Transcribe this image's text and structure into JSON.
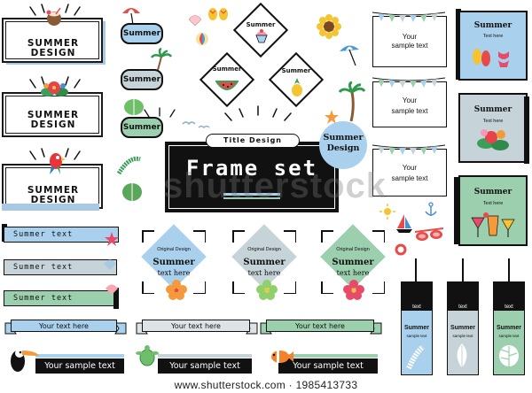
{
  "summer_design_label": "SUMMER",
  "summer_design_label2": "DESIGN",
  "bubbles": [
    "Summer",
    "Summer",
    "Summer"
  ],
  "small_diamonds": [
    "Summer",
    "Summer",
    "Summer"
  ],
  "main_frame": {
    "arc_text": "Title Design",
    "title": "Frame set",
    "badge_line1": "Summer",
    "badge_line2": "Design"
  },
  "flag_boxes": [
    {
      "line1": "Your",
      "line2": "sample text"
    },
    {
      "line1": "Your",
      "line2": "sample text"
    },
    {
      "line1": "Your",
      "line2": "sample text"
    }
  ],
  "cards": [
    {
      "title": "Summer",
      "sub": "Text here",
      "color": "#a9d0ec"
    },
    {
      "title": "Summer",
      "sub": "Text here",
      "color": "#c6d3d8"
    },
    {
      "title": "Summer",
      "sub": "Text here",
      "color": "#9ccfae"
    }
  ],
  "bars": [
    {
      "text": "Summer text",
      "color": "#a9d0ec"
    },
    {
      "text": "Summer text",
      "color": "#c6d3d8"
    },
    {
      "text": "Summer text",
      "color": "#9ccfae"
    }
  ],
  "big_diamonds": [
    {
      "small": "Original Design",
      "title": "Summer",
      "sub": "text here",
      "color": "#a9d0ec"
    },
    {
      "small": "Original Design",
      "title": "Summer",
      "sub": "text here",
      "color": "#c6d3d8"
    },
    {
      "small": "Original Design",
      "title": "Summer",
      "sub": "text here",
      "color": "#9ccfae"
    }
  ],
  "ribbons": [
    {
      "text": "Your text here",
      "color": "#a9d0ec"
    },
    {
      "text": "Your text here",
      "color": "#dde3e6"
    },
    {
      "text": "Your text here",
      "color": "#9ccfae"
    }
  ],
  "black_bars": [
    "Your sample text",
    "Your sample text",
    "Your sample text"
  ],
  "tags": [
    {
      "top": "text",
      "title": "Summer",
      "sub": "sample text",
      "color": "#a9d0ec"
    },
    {
      "top": "text",
      "title": "Summer",
      "sub": "sample text",
      "color": "#c6d3d8"
    },
    {
      "top": "text",
      "title": "Summer",
      "sub": "sample text",
      "color": "#9ccfae"
    }
  ],
  "watermark": "www.shutterstock.com · 1985413733",
  "overlay_watermark": "shutterstock",
  "colors": {
    "blue": "#a9d0ec",
    "gray": "#c6d3d8",
    "green": "#9ccfae",
    "black": "#111111"
  }
}
